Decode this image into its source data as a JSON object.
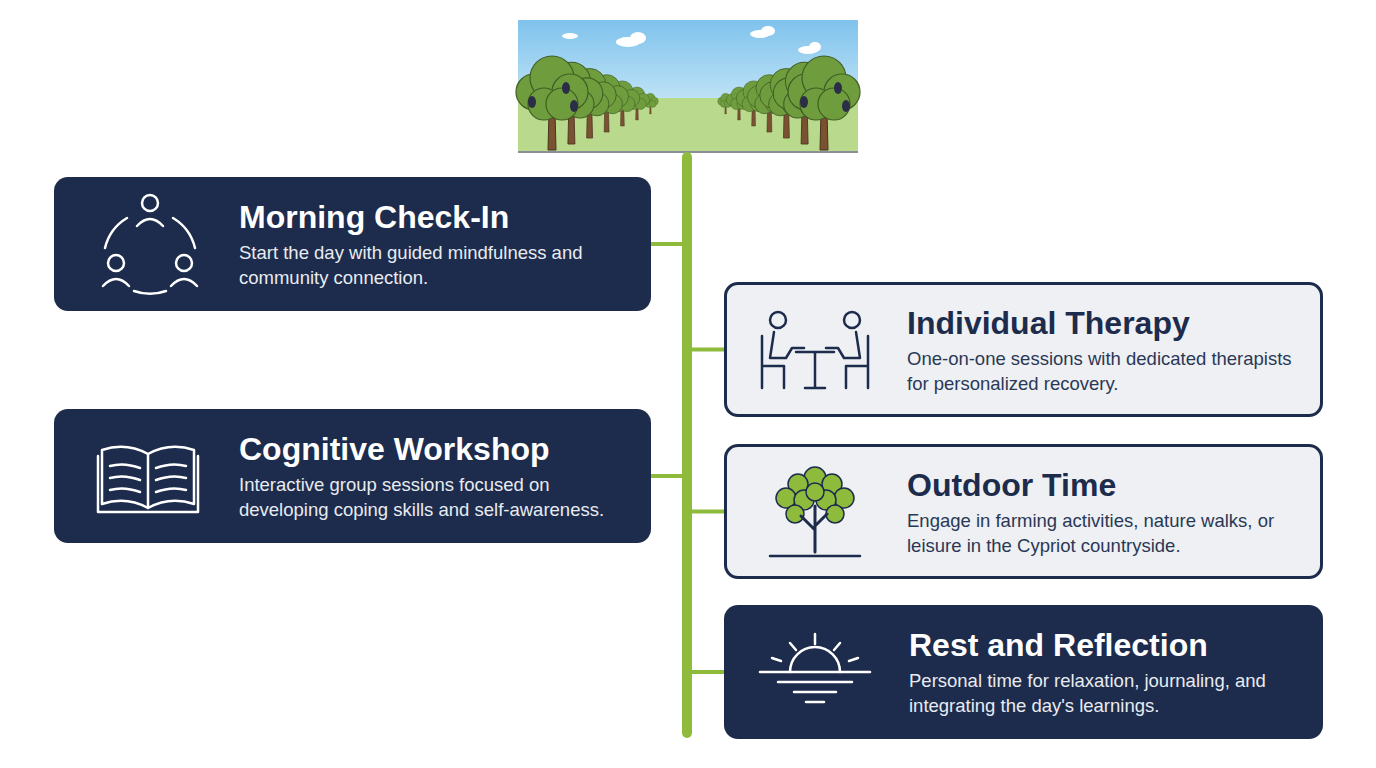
{
  "diagram": {
    "nodes": [
      {
        "text": [
          "Morning Check-In",
          "Start the day with guided mindfulness and community connection."
        ]
      },
      {
        "text": [
          "Individual Therapy",
          "One-on-one sessions with dedicated therapists for personalized recovery."
        ]
      },
      {
        "text": [
          "Cognitive Workshop",
          "Interactive group sessions focused on developing coping skills and self-awareness."
        ]
      },
      {
        "text": [
          "Outdoor Time",
          "Engage in farming activities, nature walks, or leisure in the Cypriot countryside."
        ]
      },
      {
        "text": [
          "Rest and Reflection",
          "Personal time for relaxation, journaling, and integrating the day's learnings."
        ]
      }
    ]
  }
}
